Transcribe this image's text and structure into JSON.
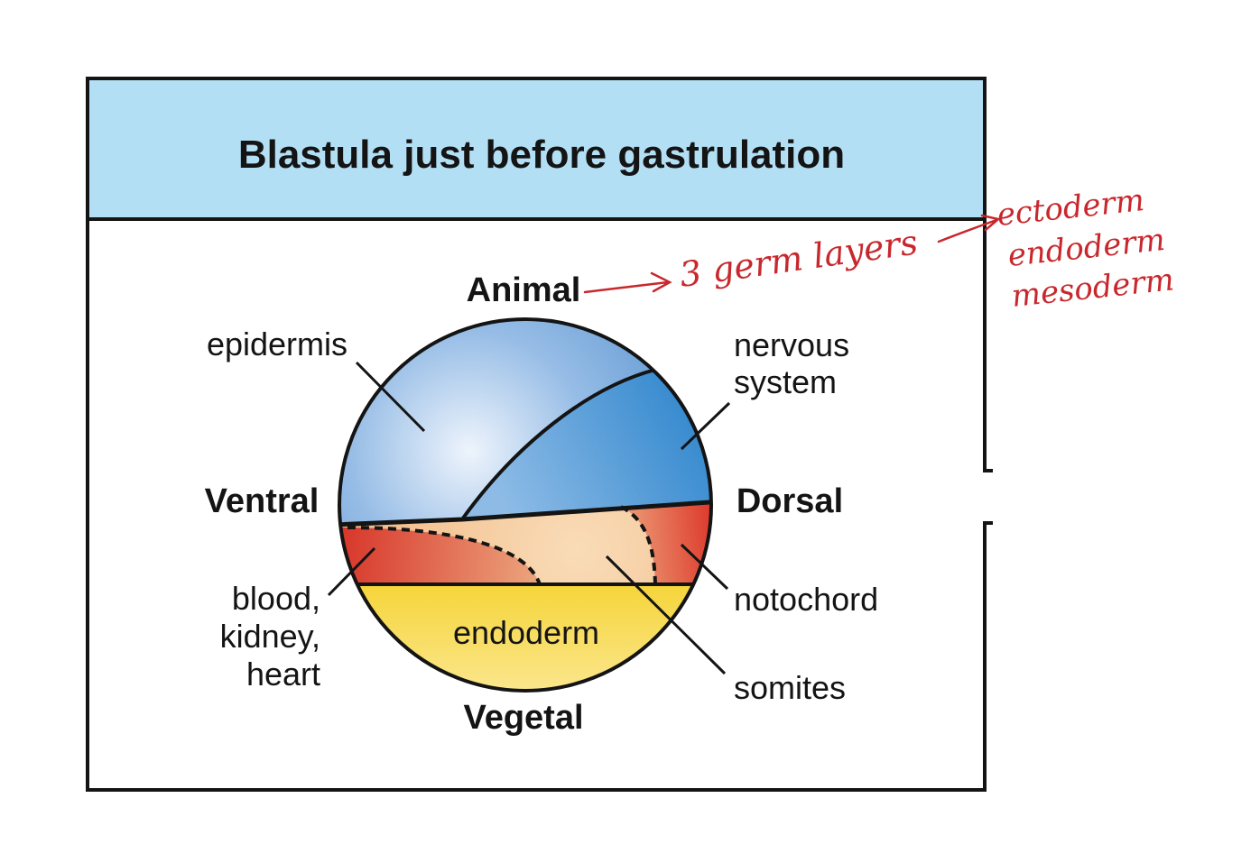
{
  "title": "Blastula just before gastrulation",
  "orientation": {
    "top": "Animal",
    "bottom": "Vegetal",
    "left": "Ventral",
    "right": "Dorsal"
  },
  "regions": {
    "epidermis": "epidermis",
    "nervous_system": [
      "nervous",
      "system"
    ],
    "blood_kidney_heart": [
      "blood,",
      "kidney,",
      "heart"
    ],
    "endoderm": "endoderm",
    "notochord": "notochord",
    "somites": "somites"
  },
  "annotation": {
    "germ_layers": "3 germ layers",
    "layers": [
      "ectoderm",
      "endoderm",
      "mesoderm"
    ]
  },
  "colors": {
    "title_band": "#b3dff5",
    "ectoderm_light": "#e9f1fb",
    "ectoderm_blue": "#6fa3d9",
    "neural_blue": "#3a8fd2",
    "mesoderm_red": "#dc3a2c",
    "mesoderm_peach": "#f6cfa3",
    "endoderm_yellow": "#f5d53b",
    "ink": "#141414",
    "handwriting": "#c8282d"
  }
}
